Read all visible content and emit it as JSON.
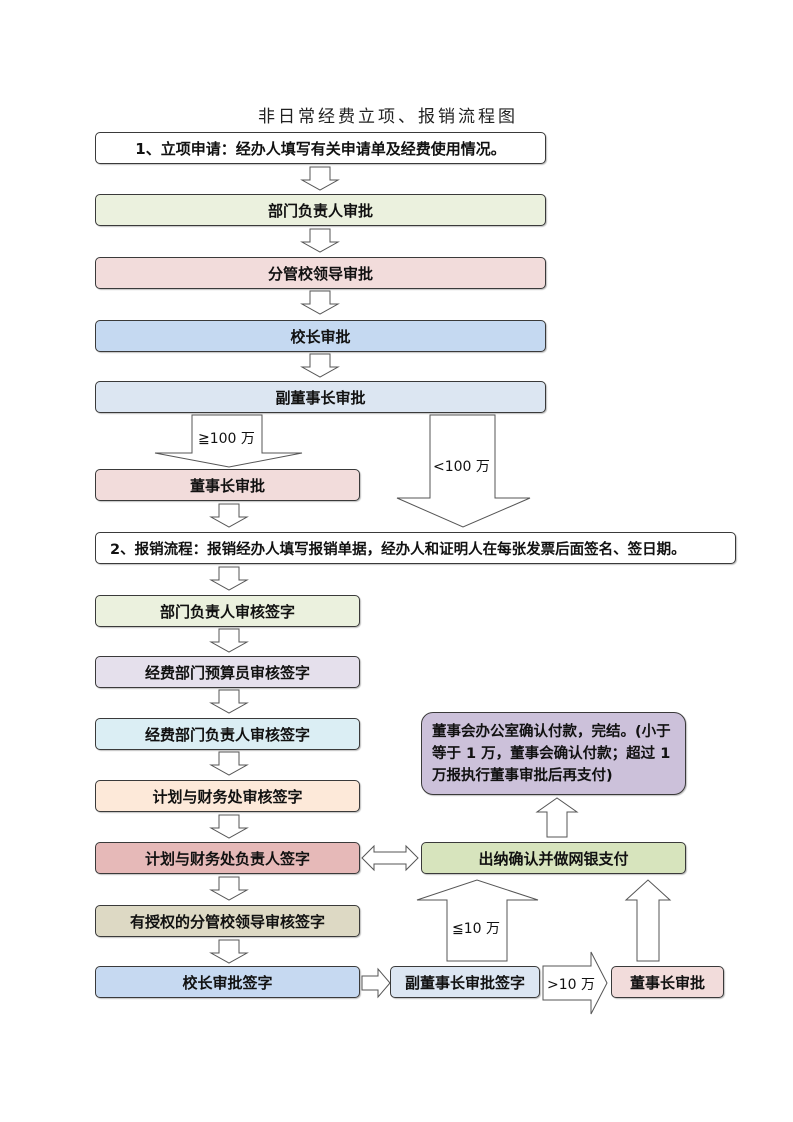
{
  "title": "非日常经费立项、报销流程图",
  "section1": {
    "header": "1、立项申请：经办人填写有关申请单及经费使用情况。",
    "steps": [
      {
        "label": "部门负责人审批",
        "color": "#ebf1de"
      },
      {
        "label": "分管校领导审批",
        "color": "#f2dcdb"
      },
      {
        "label": "校长审批",
        "color": "#c5d9f1"
      },
      {
        "label": "副董事长审批",
        "color": "#dce6f2"
      }
    ],
    "branch_ge": "≧100 万",
    "branch_lt": "<100 万",
    "chairman": {
      "label": "董事长审批",
      "color": "#f2dcdb"
    }
  },
  "section2": {
    "header": "2、报销流程：报销经办人填写报销单据，经办人和证明人在每张发票后面签名、签日期。",
    "steps": [
      {
        "label": "部门负责人审核签字",
        "color": "#ebf1de"
      },
      {
        "label": "经费部门预算员审核签字",
        "color": "#e5e0ec"
      },
      {
        "label": "经费部门负责人审核签字",
        "color": "#dbeef4"
      },
      {
        "label": "计划与财务处审核签字",
        "color": "#fde9d9"
      },
      {
        "label": "计划与财务处负责人签字",
        "color": "#e6b9b8"
      },
      {
        "label": "有授权的分管校领导审核签字",
        "color": "#ddd9c4"
      },
      {
        "label": "校长审批签字",
        "color": "#c6d9f1"
      }
    ],
    "vice_chairman_sign": {
      "label": "副董事长审批签字",
      "color": "#dce6f2"
    },
    "over_10": ">10 万",
    "le_10": "≦10 万",
    "chairman_approve": {
      "label": "董事长审批",
      "color": "#f2dcdb"
    },
    "cashier": {
      "label": "出纳确认并做网银支付",
      "color": "#d7e4bd"
    },
    "final": {
      "label": "董事会办公室确认付款，完结。(小于等于 1 万，董事会确认付款；超过 1 万报执行董事审批后再支付)",
      "color": "#ccc1da"
    }
  }
}
